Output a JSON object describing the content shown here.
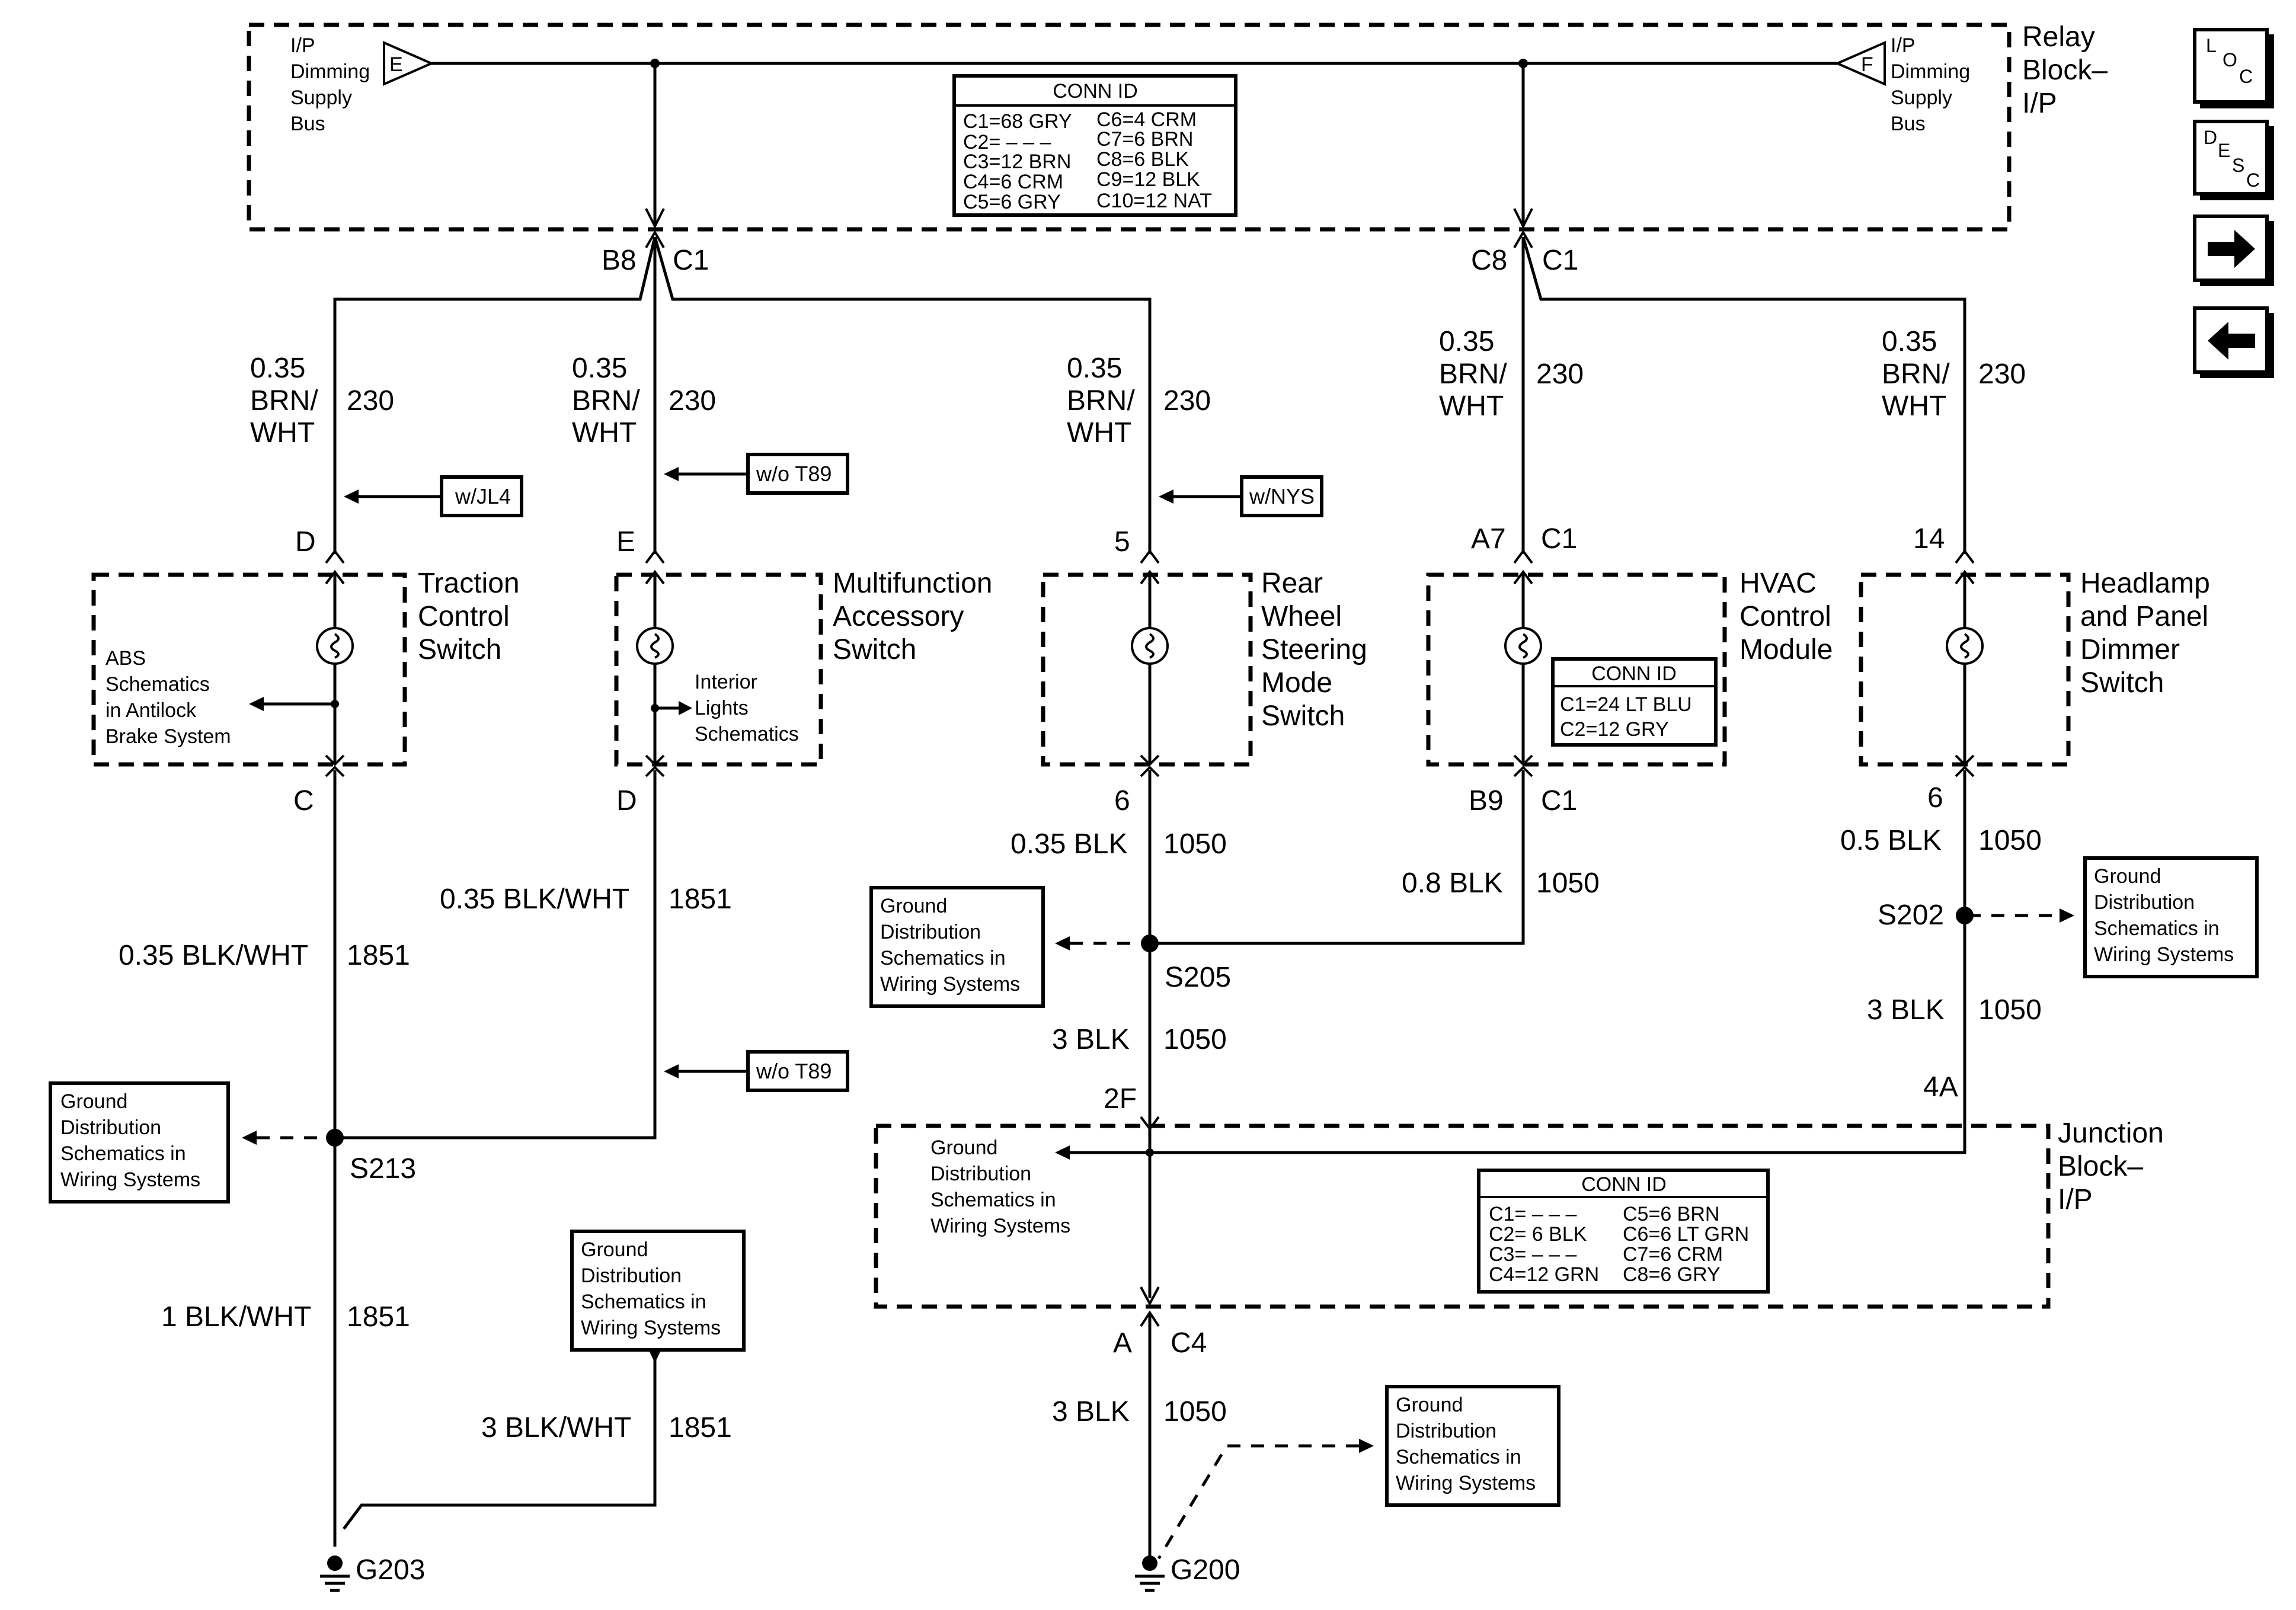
{
  "relay_block": {
    "name": [
      "Relay",
      "Block–",
      "I/P"
    ],
    "left_bus": {
      "pin": "E",
      "label": [
        "I/P",
        "Dimming",
        "Supply",
        "Bus"
      ]
    },
    "right_bus": {
      "pin": "F",
      "label": [
        "I/P",
        "Dimming",
        "Supply",
        "Bus"
      ]
    },
    "conn": {
      "title": "CONN ID",
      "col1": [
        "C1=68 GRY",
        "C2= – – –",
        "C3=12 BRN",
        "C4=6 CRM",
        "C5=6 GRY"
      ],
      "col2": [
        "C6=4 CRM",
        "C7=6 BRN",
        "C8=6 BLK",
        "C9=12 BLK",
        "C10=12 NAT"
      ]
    },
    "pin_b8": "B8",
    "pin_b8_conn": "C1",
    "pin_c8": "C8",
    "pin_c8_conn": "C1"
  },
  "wires_230": {
    "gauge": "0.35",
    "color_a": "BRN/",
    "color_b": "WHT",
    "circuit": "230"
  },
  "options": {
    "jl4": "w/JL4",
    "t89": "w/o T89",
    "nys": "w/NYS"
  },
  "components": {
    "traction": {
      "name": [
        "Traction",
        "Control",
        "Switch"
      ],
      "pin_top": "D",
      "pin_bottom": "C",
      "note": [
        "ABS",
        "Schematics",
        "in Antilock",
        "Brake System"
      ]
    },
    "multifunction": {
      "name": [
        "Multifunction",
        "Accessory",
        "Switch"
      ],
      "pin_top": "E",
      "pin_bottom": "D",
      "note": [
        "Interior",
        "Lights",
        "Schematics"
      ]
    },
    "rear_wheel": {
      "name": [
        "Rear",
        "Wheel",
        "Steering",
        "Mode",
        "Switch"
      ],
      "pin_top": "5",
      "pin_bottom": "6"
    },
    "hvac": {
      "name": [
        "HVAC",
        "Control",
        "Module"
      ],
      "pin_top": "A7",
      "pin_top_conn": "C1",
      "pin_bottom": "B9",
      "pin_bottom_conn": "C1",
      "conn": {
        "title": "CONN ID",
        "rows": [
          "C1=24 LT BLU",
          "C2=12 GRY"
        ]
      }
    },
    "headlamp": {
      "name": [
        "Headlamp",
        "and Panel",
        "Dimmer",
        "Switch"
      ],
      "pin_top": "14",
      "pin_bottom": "6"
    }
  },
  "ground_wires": {
    "trac_1": {
      "size": "0.35 BLK/WHT",
      "circuit": "1851"
    },
    "multi_1": {
      "size": "0.35 BLK/WHT",
      "circuit": "1851"
    },
    "rear_1": {
      "size": "0.35 BLK",
      "circuit": "1050"
    },
    "hvac_1": {
      "size": "0.8 BLK",
      "circuit": "1050"
    },
    "head_1": {
      "size": "0.5 BLK",
      "circuit": "1050"
    },
    "rear_2": {
      "size": "3 BLK",
      "circuit": "1050"
    },
    "head_2": {
      "size": "3 BLK",
      "circuit": "1050"
    },
    "s213_down": {
      "size": "1 BLK/WHT",
      "circuit": "1851"
    },
    "g203_right": {
      "size": "3 BLK/WHT",
      "circuit": "1851"
    },
    "jb_down": {
      "size": "3 BLK",
      "circuit": "1050"
    }
  },
  "splices": {
    "s205": "S205",
    "s202": "S202",
    "s213": "S213"
  },
  "grounds": {
    "g203": "G203",
    "g200": "G200"
  },
  "ground_note": [
    "Ground",
    "Distribution",
    "Schematics in",
    "Wiring Systems"
  ],
  "junction_block": {
    "name": [
      "Junction",
      "Block–",
      "I/P"
    ],
    "pin_2f": "2F",
    "pin_4a": "4A",
    "pin_a": "A",
    "pin_a_conn": "C4",
    "conn": {
      "title": "CONN ID",
      "col1": [
        "C1= – – –",
        "C2= 6 BLK",
        "C3= – – –",
        "C4=12 GRN"
      ],
      "col2": [
        "C5=6 BRN",
        "C6=6 LT GRN",
        "C7=6 CRM",
        "C8=6 GRY"
      ]
    }
  },
  "nav": {
    "loc": [
      "L",
      "O",
      "C"
    ],
    "desc": [
      "D",
      "E",
      "S",
      "C"
    ],
    "next": "next-arrow-icon",
    "prev": "previous-arrow-icon"
  }
}
